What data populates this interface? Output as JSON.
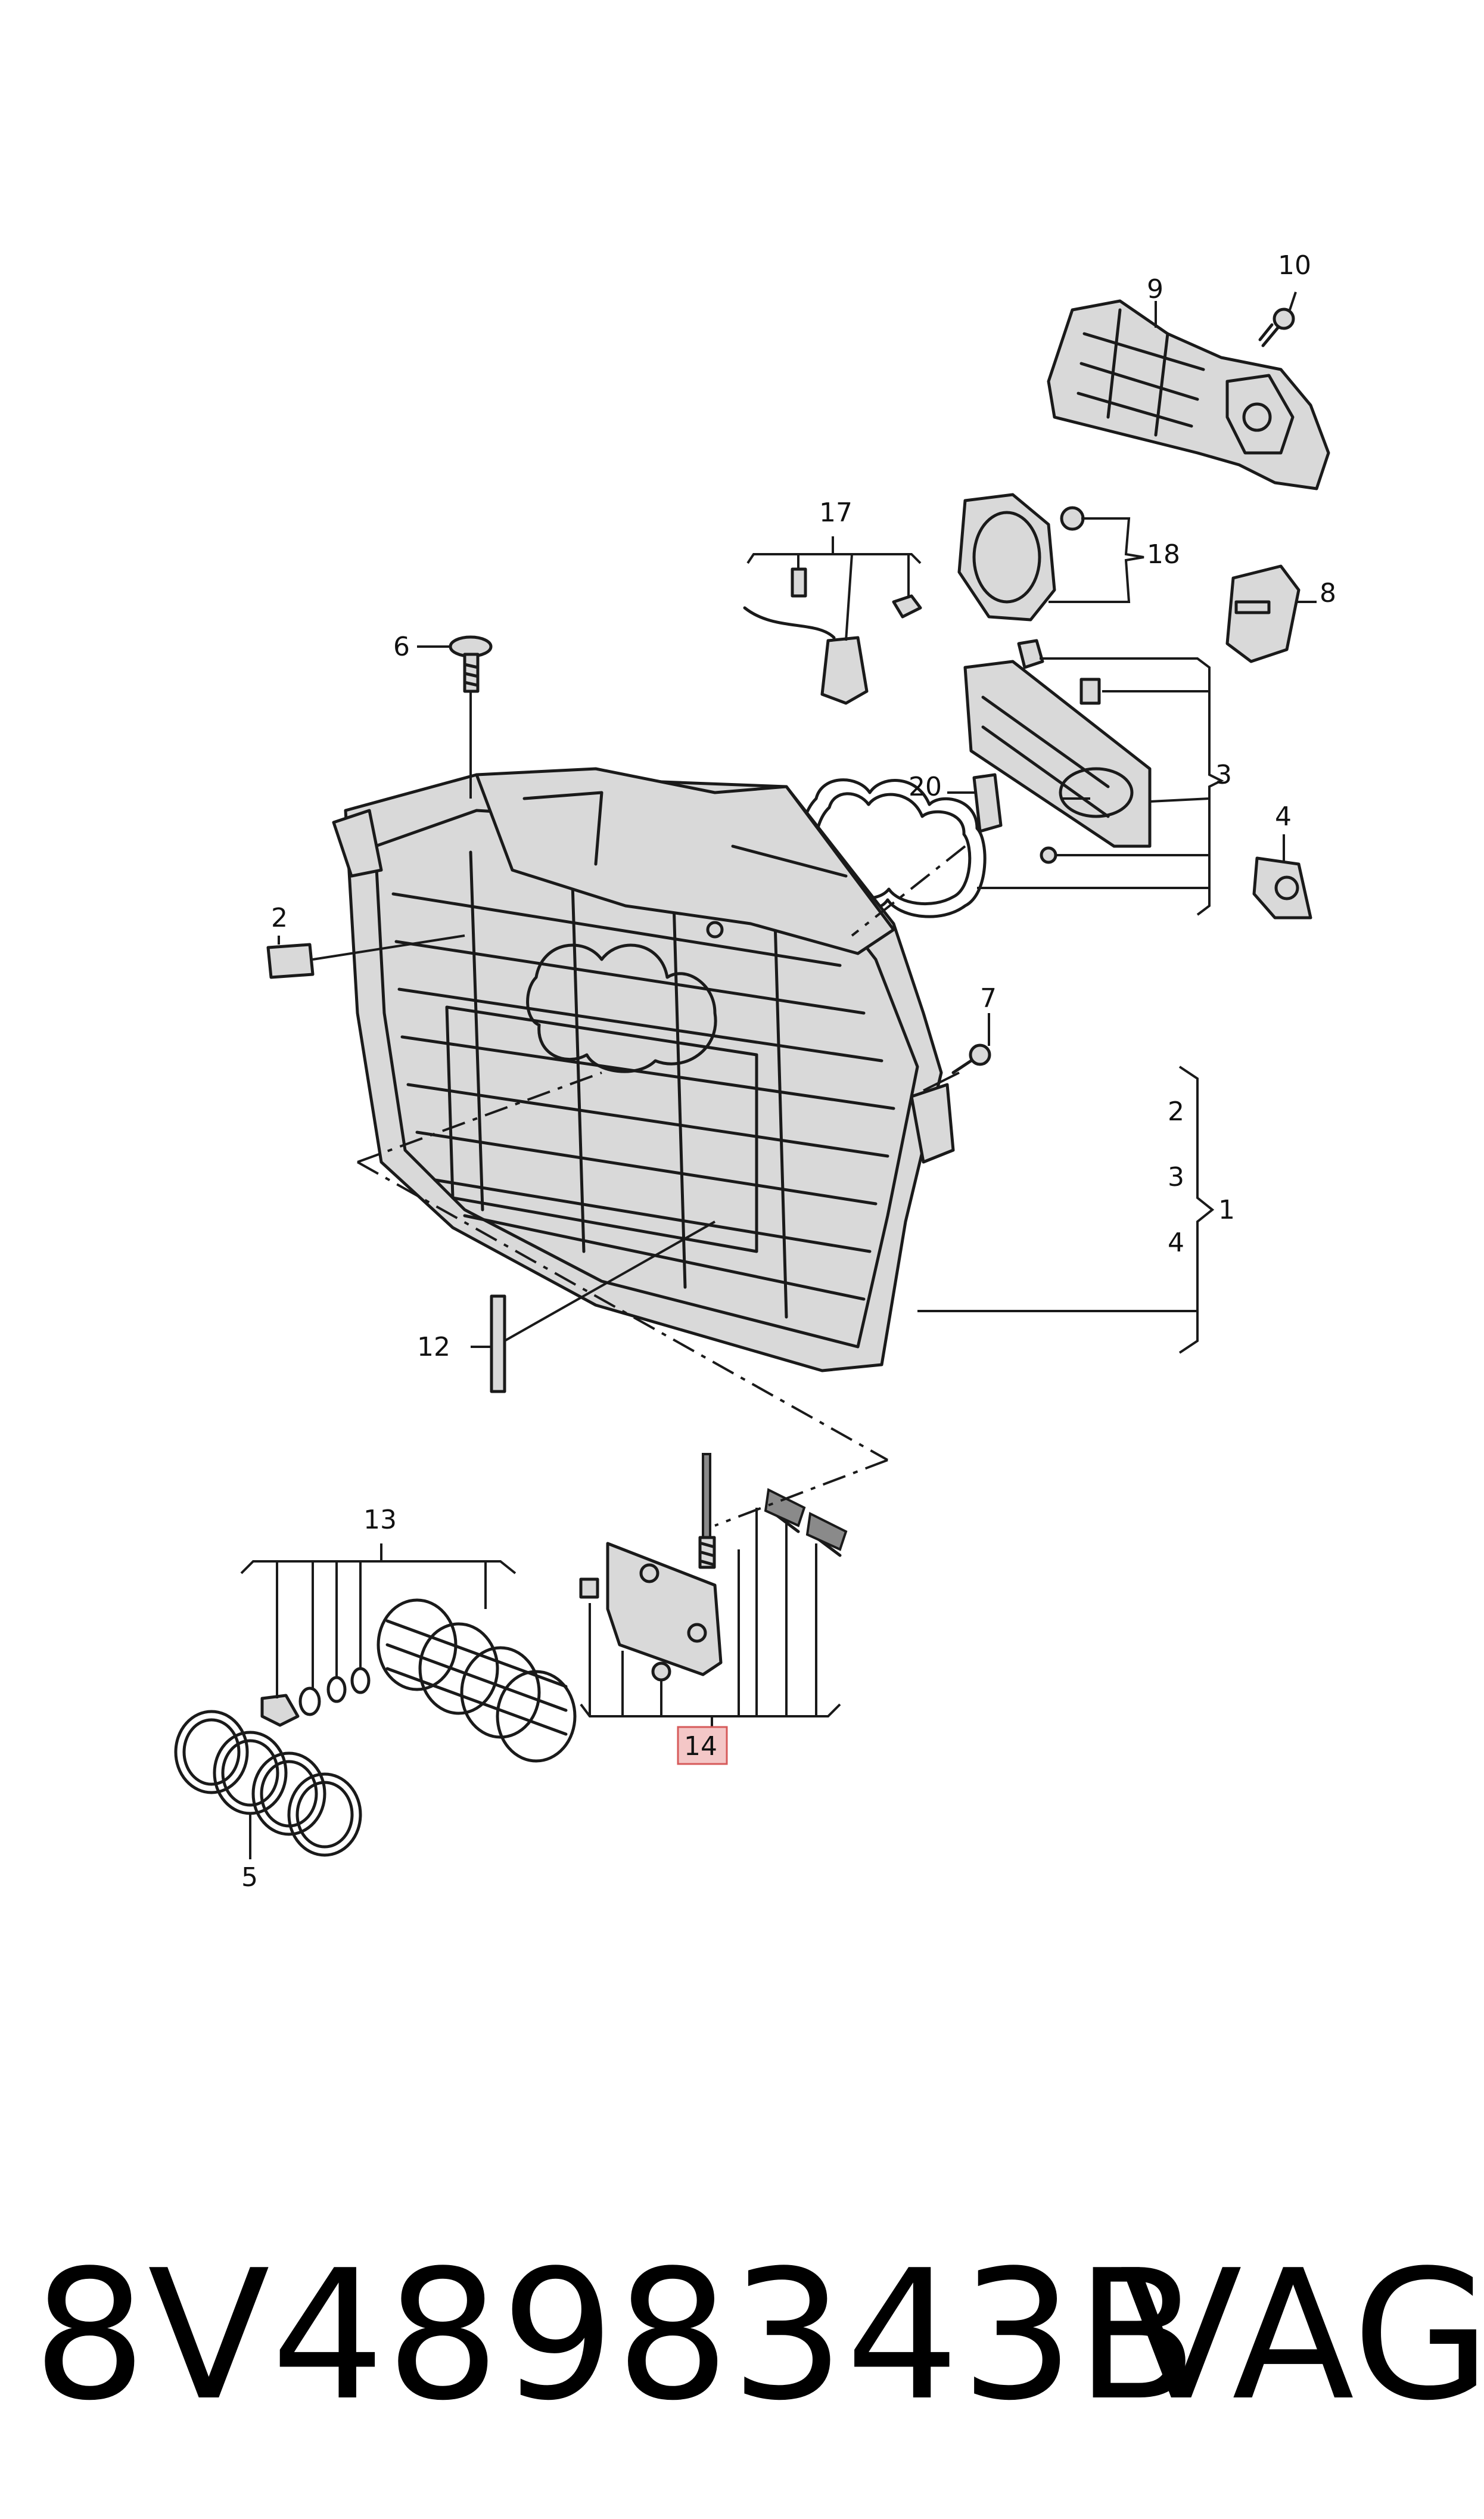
{
  "diagram": {
    "callouts": {
      "c1": "1",
      "c2a": "2",
      "c2b": "2",
      "c3a": "3",
      "c3b": "3",
      "c4a": "4",
      "c4b": "4",
      "c5": "5",
      "c6": "6",
      "c7": "7",
      "c8": "8",
      "c9": "9",
      "c10": "10",
      "c12": "12",
      "c13": "13",
      "c14": "14",
      "c17": "17",
      "c18": "18",
      "c20": "20"
    },
    "highlight_color": "#f4c7c7",
    "highlight_border": "#d65a5a"
  },
  "footer": {
    "part_number": "8V4898343B",
    "brand": "VAG"
  }
}
